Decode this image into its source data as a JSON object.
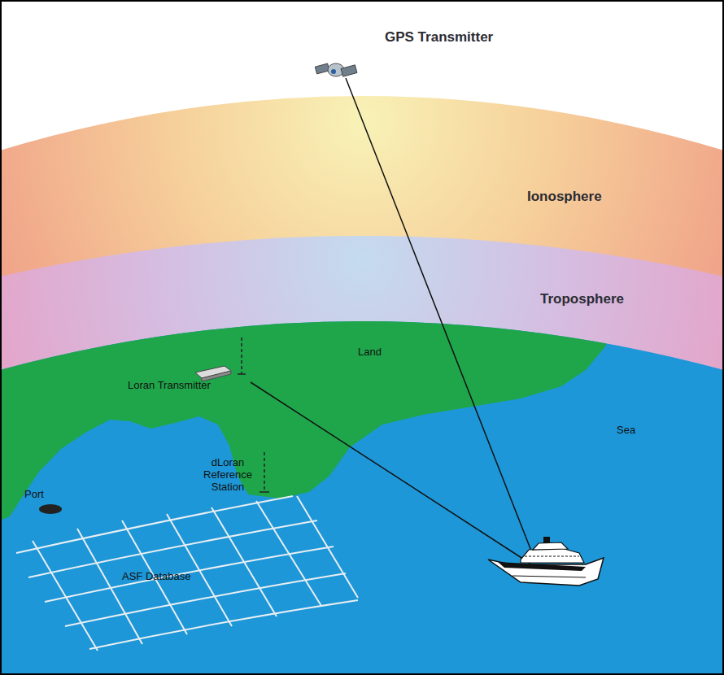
{
  "diagram": {
    "labels": [
      "GPS Transmitter",
      "Ionosphere",
      "Troposphere",
      "Land",
      "Loran Transmitter",
      "Sea",
      "dLoran Reference Station",
      "Port",
      "ASF Database"
    ]
  }
}
